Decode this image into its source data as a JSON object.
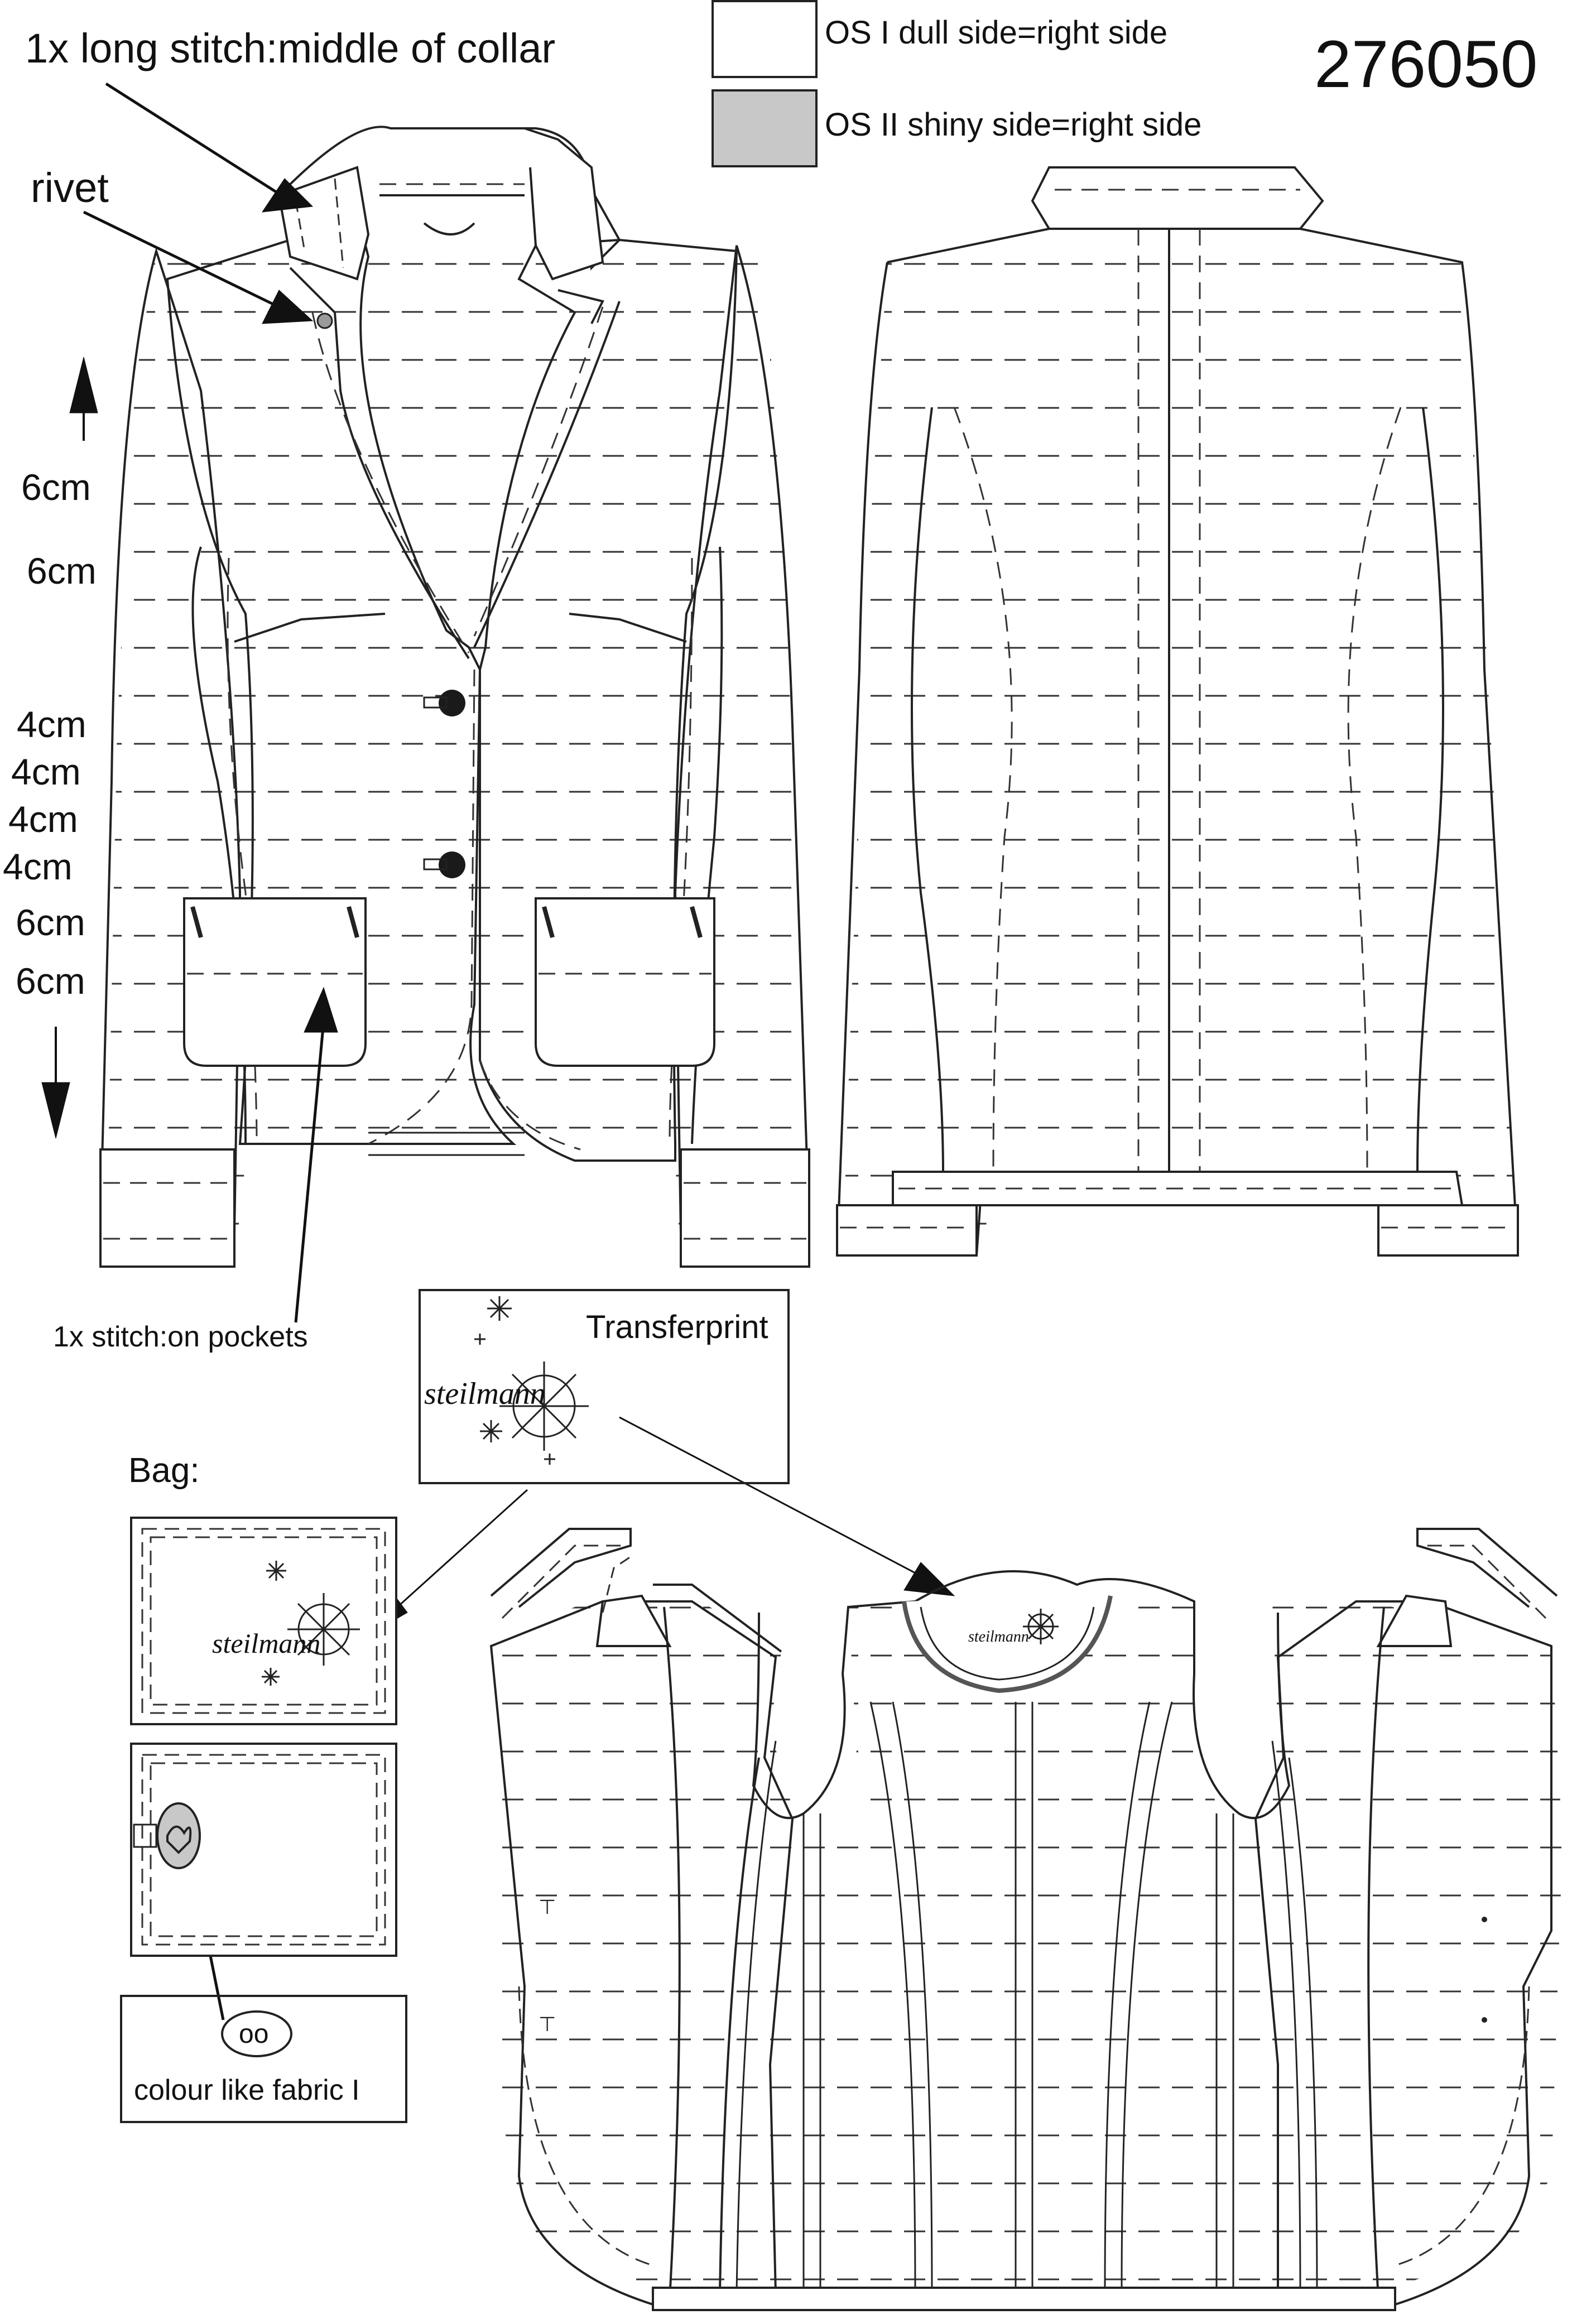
{
  "article_number": "276050",
  "legend": {
    "os1": {
      "label": "OS I dull side=right side",
      "color": "#ffffff"
    },
    "os2": {
      "label": "OS II shiny side=right side",
      "color": "#c8c8c8"
    }
  },
  "annotations": {
    "collar_stitch": "1x long stitch:middle of collar",
    "rivet": "rivet",
    "pocket_stitch": "1x stitch:on pockets",
    "transferprint": "Transferprint",
    "bag": "Bag:",
    "colour_like": "colour like fabric I",
    "button_symbol": "oo"
  },
  "measurements": [
    "6cm",
    "6cm",
    "4cm",
    "4cm",
    "4cm",
    "4cm",
    "6cm",
    "6cm"
  ],
  "brand": "steilmann",
  "colors": {
    "line": "#222222",
    "dash": "#333333",
    "rivet": "#9a9a9a",
    "button": "#1a1a1a",
    "grey_fill": "#c8c8c8"
  }
}
